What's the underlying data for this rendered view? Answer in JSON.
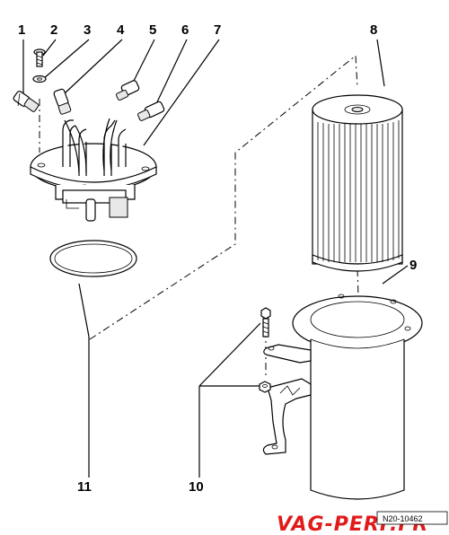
{
  "callouts": {
    "c1": "1",
    "c2": "2",
    "c3": "3",
    "c4": "4",
    "c5": "5",
    "c6": "6",
    "c7": "7",
    "c8": "8",
    "c9": "9",
    "c10": "10",
    "c11": "11"
  },
  "footer": {
    "figure_code": "N20-10462",
    "brand_watermark": "VAG-PERF.FR"
  },
  "colors": {
    "line": "#000000",
    "background": "#ffffff",
    "watermark": "#e01b1b"
  }
}
